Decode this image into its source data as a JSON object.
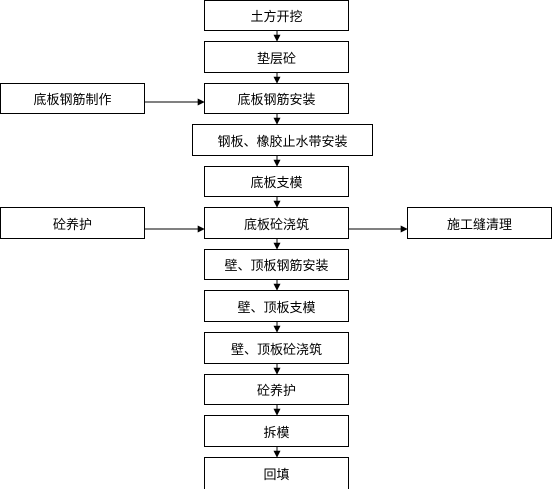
{
  "steps": {
    "s1": "土方开挖",
    "s2": "垫层砼",
    "s3": "底板钢筋安装",
    "s4": "钢板、橡胶止水带安装",
    "s5": "底板支模",
    "s6": "底板砼浇筑",
    "s7": "壁、顶板钢筋安装",
    "s8": "壁、顶板支模",
    "s9": "壁、顶板砼浇筑",
    "s10": "砼养护",
    "s11": "拆模",
    "s12": "回填"
  },
  "side": {
    "rebar_fabrication": "底板钢筋制作",
    "concrete_curing": "砼养护",
    "joint_cleaning": "施工缝清理"
  }
}
